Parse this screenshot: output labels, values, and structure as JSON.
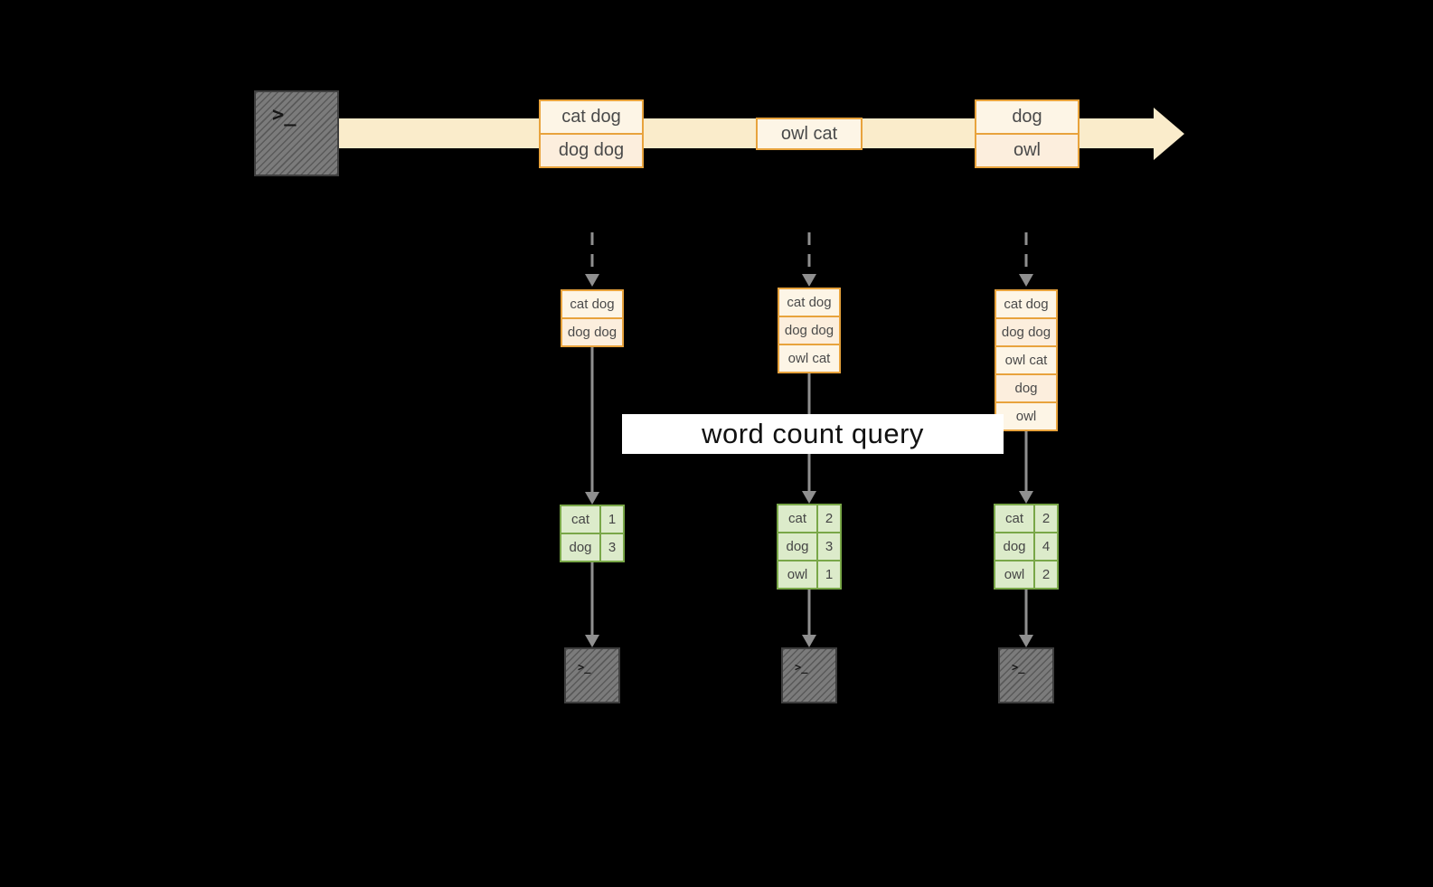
{
  "banner": {
    "label": "word count query"
  },
  "terminal": {
    "prompt": ">_"
  },
  "stream": {
    "boxes": [
      {
        "cells": [
          "cat dog",
          "dog dog"
        ]
      },
      {
        "cells": [
          "owl cat"
        ]
      },
      {
        "cells": [
          "dog",
          "owl"
        ]
      }
    ]
  },
  "batches": [
    {
      "records": [
        "cat dog",
        "dog dog"
      ]
    },
    {
      "records": [
        "cat dog",
        "dog dog",
        "owl cat"
      ]
    },
    {
      "records": [
        "cat dog",
        "dog dog",
        "owl cat",
        "dog",
        "owl"
      ]
    }
  ],
  "results": [
    {
      "rows": [
        {
          "word": "cat",
          "count": "1"
        },
        {
          "word": "dog",
          "count": "3"
        }
      ]
    },
    {
      "rows": [
        {
          "word": "cat",
          "count": "2"
        },
        {
          "word": "dog",
          "count": "3"
        },
        {
          "word": "owl",
          "count": "1"
        }
      ]
    },
    {
      "rows": [
        {
          "word": "cat",
          "count": "2"
        },
        {
          "word": "dog",
          "count": "4"
        },
        {
          "word": "owl",
          "count": "2"
        }
      ]
    }
  ],
  "colors": {
    "background": "#000000",
    "stream_band": "#faeccb",
    "record_border": "#e8a33d",
    "record_fill": "#fdf5e6",
    "table_border": "#79a748",
    "table_fill": "#dcebca",
    "arrow": "#8f8f8f",
    "terminal_fill": "#7b7b7b",
    "banner_bg": "#ffffff"
  }
}
